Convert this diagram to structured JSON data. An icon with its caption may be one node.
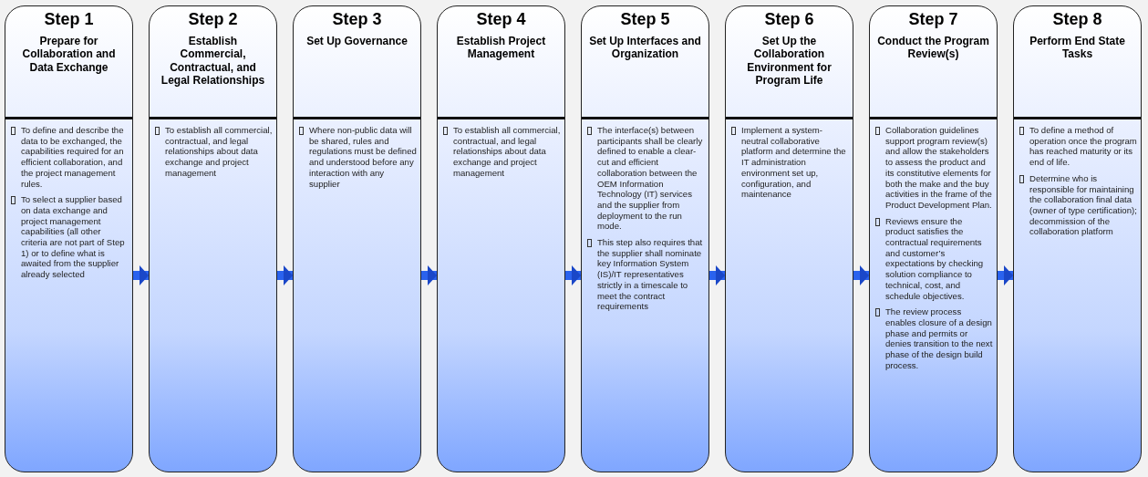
{
  "diagram": {
    "nodes": [
      {
        "text": [
          "Step 1",
          "Prepare for Collaboration and Data Exchange",
          "To define and describe the data to be exchanged, the capabilities required for an efficient collaboration, and the project management rules.",
          "To select a supplier based on data exchange and project management capabilities (all other criteria are not part of Step 1) or to define what is awaited from the supplier already selected"
        ]
      },
      {
        "text": [
          "Step 2",
          "Establish Commercial, Contractual, and Legal Relationships",
          "To establish all commercial, contractual, and legal relationships about data exchange and project management"
        ]
      },
      {
        "text": [
          "Step 3",
          "Set Up Governance",
          "Where non-public data will be shared, rules and regulations must be defined and understood before any interaction with any supplier"
        ]
      },
      {
        "text": [
          "Step 4",
          "Establish Project Management",
          "To establish all commercial, contractual, and legal relationships about data exchange and project management"
        ]
      },
      {
        "text": [
          "Step 5",
          "Set Up Interfaces and Organization",
          "The interface(s) between participants shall be clearly defined to enable a clear-cut and efficient collaboration between the OEM Information Technology (IT) services and the supplier from deployment to the run mode.",
          "This step also requires that the supplier shall nominate key Information System (IS)/IT representatives strictly in a timescale to meet the contract requirements"
        ]
      },
      {
        "text": [
          "Step 6",
          "Set Up the Collaboration Environment for Program Life",
          "Implement a system-neutral collaborative platform and determine the IT administration environment set up, configuration, and maintenance"
        ]
      },
      {
        "text": [
          "Step 7",
          "Conduct the Program Review(s)",
          "Collaboration guidelines support program review(s) and allow the stakeholders to assess the product and its constitutive elements for both the make and the buy activities in the frame of the Product Development Plan.",
          "Reviews ensure the product satisfies the contractual requirements and customer’s expectations by checking solution compliance to technical, cost, and schedule objectives.",
          "The review process enables closure of a design phase and permits or denies transition to the next phase of the design build process."
        ]
      },
      {
        "text": [
          "Step 8",
          "Perform End State Tasks",
          "To define a method of operation once the program has reached maturity or its end of life.",
          "Determine who is responsible for maintaining the collaboration final data (owner of type certification); decommission of the collaboration platform"
        ]
      }
    ],
    "edges": [
      {
        "from": 0,
        "to": 1,
        "arrow": "to"
      },
      {
        "from": 1,
        "to": 2,
        "arrow": "to"
      },
      {
        "from": 2,
        "to": 3,
        "arrow": "to"
      },
      {
        "from": 3,
        "to": 4,
        "arrow": "to"
      },
      {
        "from": 4,
        "to": 5,
        "arrow": "to"
      },
      {
        "from": 5,
        "to": 6,
        "arrow": "to"
      },
      {
        "from": 6,
        "to": 7,
        "arrow": "to"
      }
    ]
  }
}
